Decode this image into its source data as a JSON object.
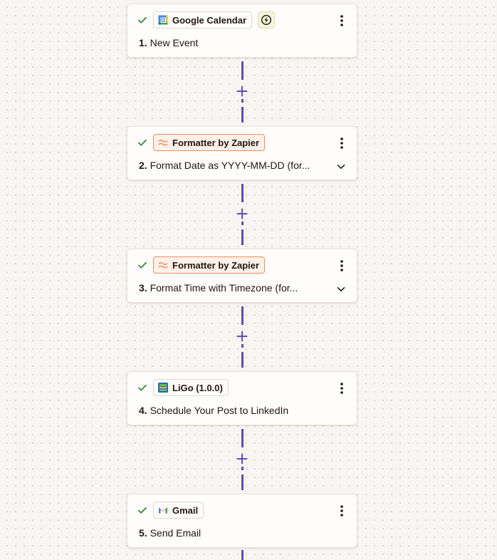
{
  "colors": {
    "canvas": "#f7f5f2",
    "connector": "#5b4cc4",
    "check": "#2e8b3e",
    "formatter_accent": "#f08a5d",
    "card_bg": "#fffdfb"
  },
  "steps": [
    {
      "number": "1.",
      "title": "New Event",
      "app": "Google Calendar",
      "app_icon": "google-calendar-icon",
      "status": "complete",
      "trigger_icon": "lightning-bolt-icon",
      "expandable": false
    },
    {
      "number": "2.",
      "title": "Format Date as YYYY-MM-DD (for...",
      "app": "Formatter by Zapier",
      "app_icon": "formatter-icon",
      "status": "complete",
      "expandable": true
    },
    {
      "number": "3.",
      "title": "Format Time with Timezone (for...",
      "app": "Formatter by Zapier",
      "app_icon": "formatter-icon",
      "status": "complete",
      "expandable": true
    },
    {
      "number": "4.",
      "title": "Schedule Your Post to LinkedIn",
      "app": "LiGo (1.0.0)",
      "app_icon": "ligo-icon",
      "status": "complete",
      "expandable": false
    },
    {
      "number": "5.",
      "title": "Send Email",
      "app": "Gmail",
      "app_icon": "gmail-icon",
      "status": "complete",
      "expandable": false
    }
  ]
}
